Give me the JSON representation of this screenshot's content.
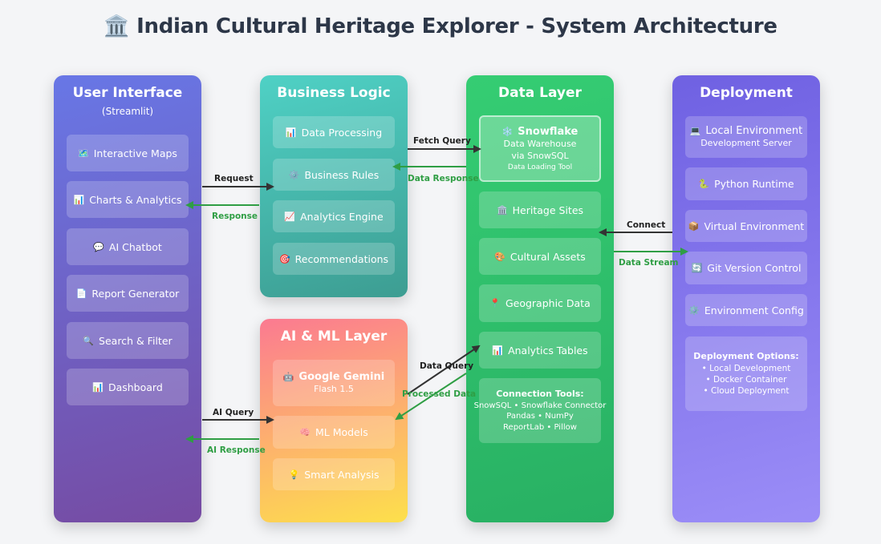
{
  "title": "🏛️ Indian Cultural Heritage Explorer - System Architecture",
  "user_interface": {
    "title": "User Interface",
    "subtitle": "(Streamlit)",
    "items": [
      {
        "icon": "🗺️",
        "label": "Interactive Maps"
      },
      {
        "icon": "📊",
        "label": "Charts & Analytics"
      },
      {
        "icon": "💬",
        "label": "AI Chatbot"
      },
      {
        "icon": "📄",
        "label": "Report Generator"
      },
      {
        "icon": "🔍",
        "label": "Search & Filter"
      },
      {
        "icon": "📊",
        "label": "Dashboard"
      }
    ]
  },
  "business_logic": {
    "title": "Business Logic",
    "items": [
      {
        "icon": "📊",
        "label": "Data Processing"
      },
      {
        "icon": "⚙️",
        "label": "Business Rules"
      },
      {
        "icon": "📈",
        "label": "Analytics Engine"
      },
      {
        "icon": "🎯",
        "label": "Recommendations"
      }
    ]
  },
  "ai_ml": {
    "title": "AI & ML Layer",
    "gemini": {
      "icon": "🤖",
      "name": "Google Gemini",
      "sub": "Flash 1.5"
    },
    "items": [
      {
        "icon": "🧠",
        "label": "ML Models"
      },
      {
        "icon": "💡",
        "label": "Smart Analysis"
      }
    ]
  },
  "data_layer": {
    "title": "Data Layer",
    "snowflake": {
      "icon": "❄️",
      "name": "Snowflake",
      "line1": "Data Warehouse",
      "line2": "via SnowSQL",
      "line3": "Data Loading Tool"
    },
    "items": [
      {
        "icon": "🏛️",
        "label": "Heritage Sites"
      },
      {
        "icon": "🎨",
        "label": "Cultural Assets"
      },
      {
        "icon": "📍",
        "label": "Geographic Data"
      },
      {
        "icon": "📊",
        "label": "Analytics Tables"
      }
    ],
    "tools": {
      "title": "Connection Tools:",
      "line1": "SnowSQL • Snowflake Connector",
      "line2": "Pandas • NumPy",
      "line3": "ReportLab • Pillow"
    }
  },
  "deployment": {
    "title": "Deployment",
    "local": {
      "icon": "💻",
      "name": "Local Environment",
      "sub": "Development Server"
    },
    "items": [
      {
        "icon": "🐍",
        "label": "Python Runtime"
      },
      {
        "icon": "📦",
        "label": "Virtual Environment"
      },
      {
        "icon": "🔄",
        "label": "Git Version Control"
      },
      {
        "icon": "⚙️",
        "label": "Environment Config"
      }
    ],
    "options": {
      "title": "Deployment Options:",
      "line1": "• Local Development",
      "line2": "• Docker Container",
      "line3": "• Cloud Deployment"
    }
  },
  "arrows": {
    "request": "Request",
    "response": "Response",
    "ai_query": "AI Query",
    "ai_response": "AI Response",
    "fetch_query": "Fetch Query",
    "data_response": "Data Response",
    "data_query": "Data Query",
    "processed_data": "Processed Data",
    "connect": "Connect",
    "data_stream": "Data Stream"
  },
  "colors": {
    "request_arrow": "#333333",
    "response_arrow": "#2f9e44"
  }
}
